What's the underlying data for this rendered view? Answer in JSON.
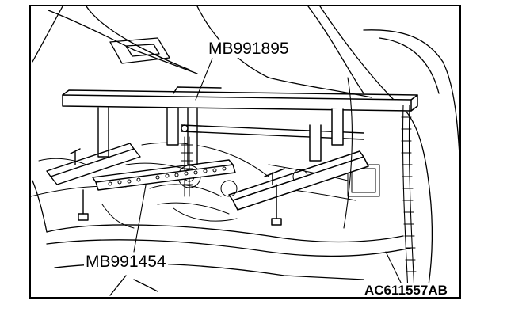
{
  "labels": {
    "tool_top": "MB991895",
    "tool_left": "MB991454",
    "figure_code": "AC611557AB"
  },
  "colors": {
    "line": "#000000",
    "background": "#ffffff"
  }
}
